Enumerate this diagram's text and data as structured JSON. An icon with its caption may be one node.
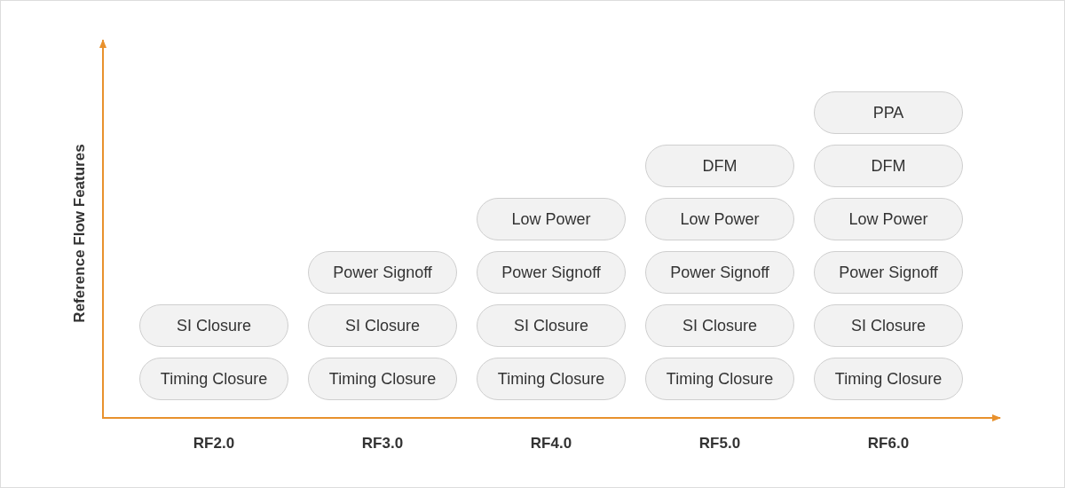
{
  "diagram": {
    "nodes": [
      {
        "text": [
          "PPA"
        ]
      },
      {
        "text": [
          "DFM"
        ]
      },
      {
        "text": [
          "DFM"
        ]
      },
      {
        "text": [
          "Low Power"
        ]
      },
      {
        "text": [
          "Low Power"
        ]
      },
      {
        "text": [
          "Low Power"
        ]
      },
      {
        "text": [
          "Power Signoff"
        ]
      },
      {
        "text": [
          "Power Signoff"
        ]
      },
      {
        "text": [
          "Power Signoff"
        ]
      },
      {
        "text": [
          "Power Signoff"
        ]
      },
      {
        "text": [
          "SI Closure"
        ]
      },
      {
        "text": [
          "SI Closure"
        ]
      },
      {
        "text": [
          "SI Closure"
        ]
      },
      {
        "text": [
          "SI Closure"
        ]
      },
      {
        "text": [
          "SI Closure"
        ]
      },
      {
        "text": [
          "Timing Closure"
        ]
      },
      {
        "text": [
          "Timing Closure"
        ]
      },
      {
        "text": [
          "Timing Closure"
        ]
      },
      {
        "text": [
          "Timing Closure"
        ]
      },
      {
        "text": [
          "Timing Closure"
        ]
      }
    ],
    "labels": [
      "Reference Flow Features",
      "RF2.0",
      "RF3.0",
      "RF4.0",
      "RF5.0",
      "RF6.0"
    ]
  }
}
